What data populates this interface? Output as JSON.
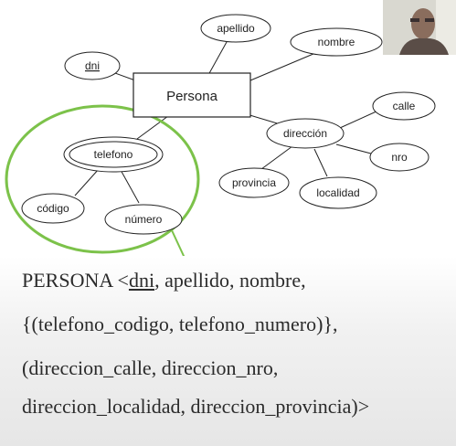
{
  "diagram": {
    "entity": "Persona",
    "key_attribute": "dni",
    "attributes": [
      "apellido",
      "nombre"
    ],
    "multivalued": {
      "name": "telefono",
      "components": [
        "código",
        "número"
      ]
    },
    "composite": {
      "name": "dirección",
      "components": [
        "calle",
        "nro",
        "localidad",
        "provincia"
      ]
    }
  },
  "relation": {
    "line1_prefix": "PERSONA <",
    "line1_key": "dni",
    "line1_rest": ", apellido, nombre,",
    "line2": "{(telefono_codigo, telefono_numero)},",
    "line3": "(direccion_calle, direccion_nro,",
    "line4": "direccion_localidad, direccion_provincia)>"
  },
  "colors": {
    "highlight": "#7cc24a",
    "outline": "#222222"
  },
  "webcam": "presenter-video"
}
